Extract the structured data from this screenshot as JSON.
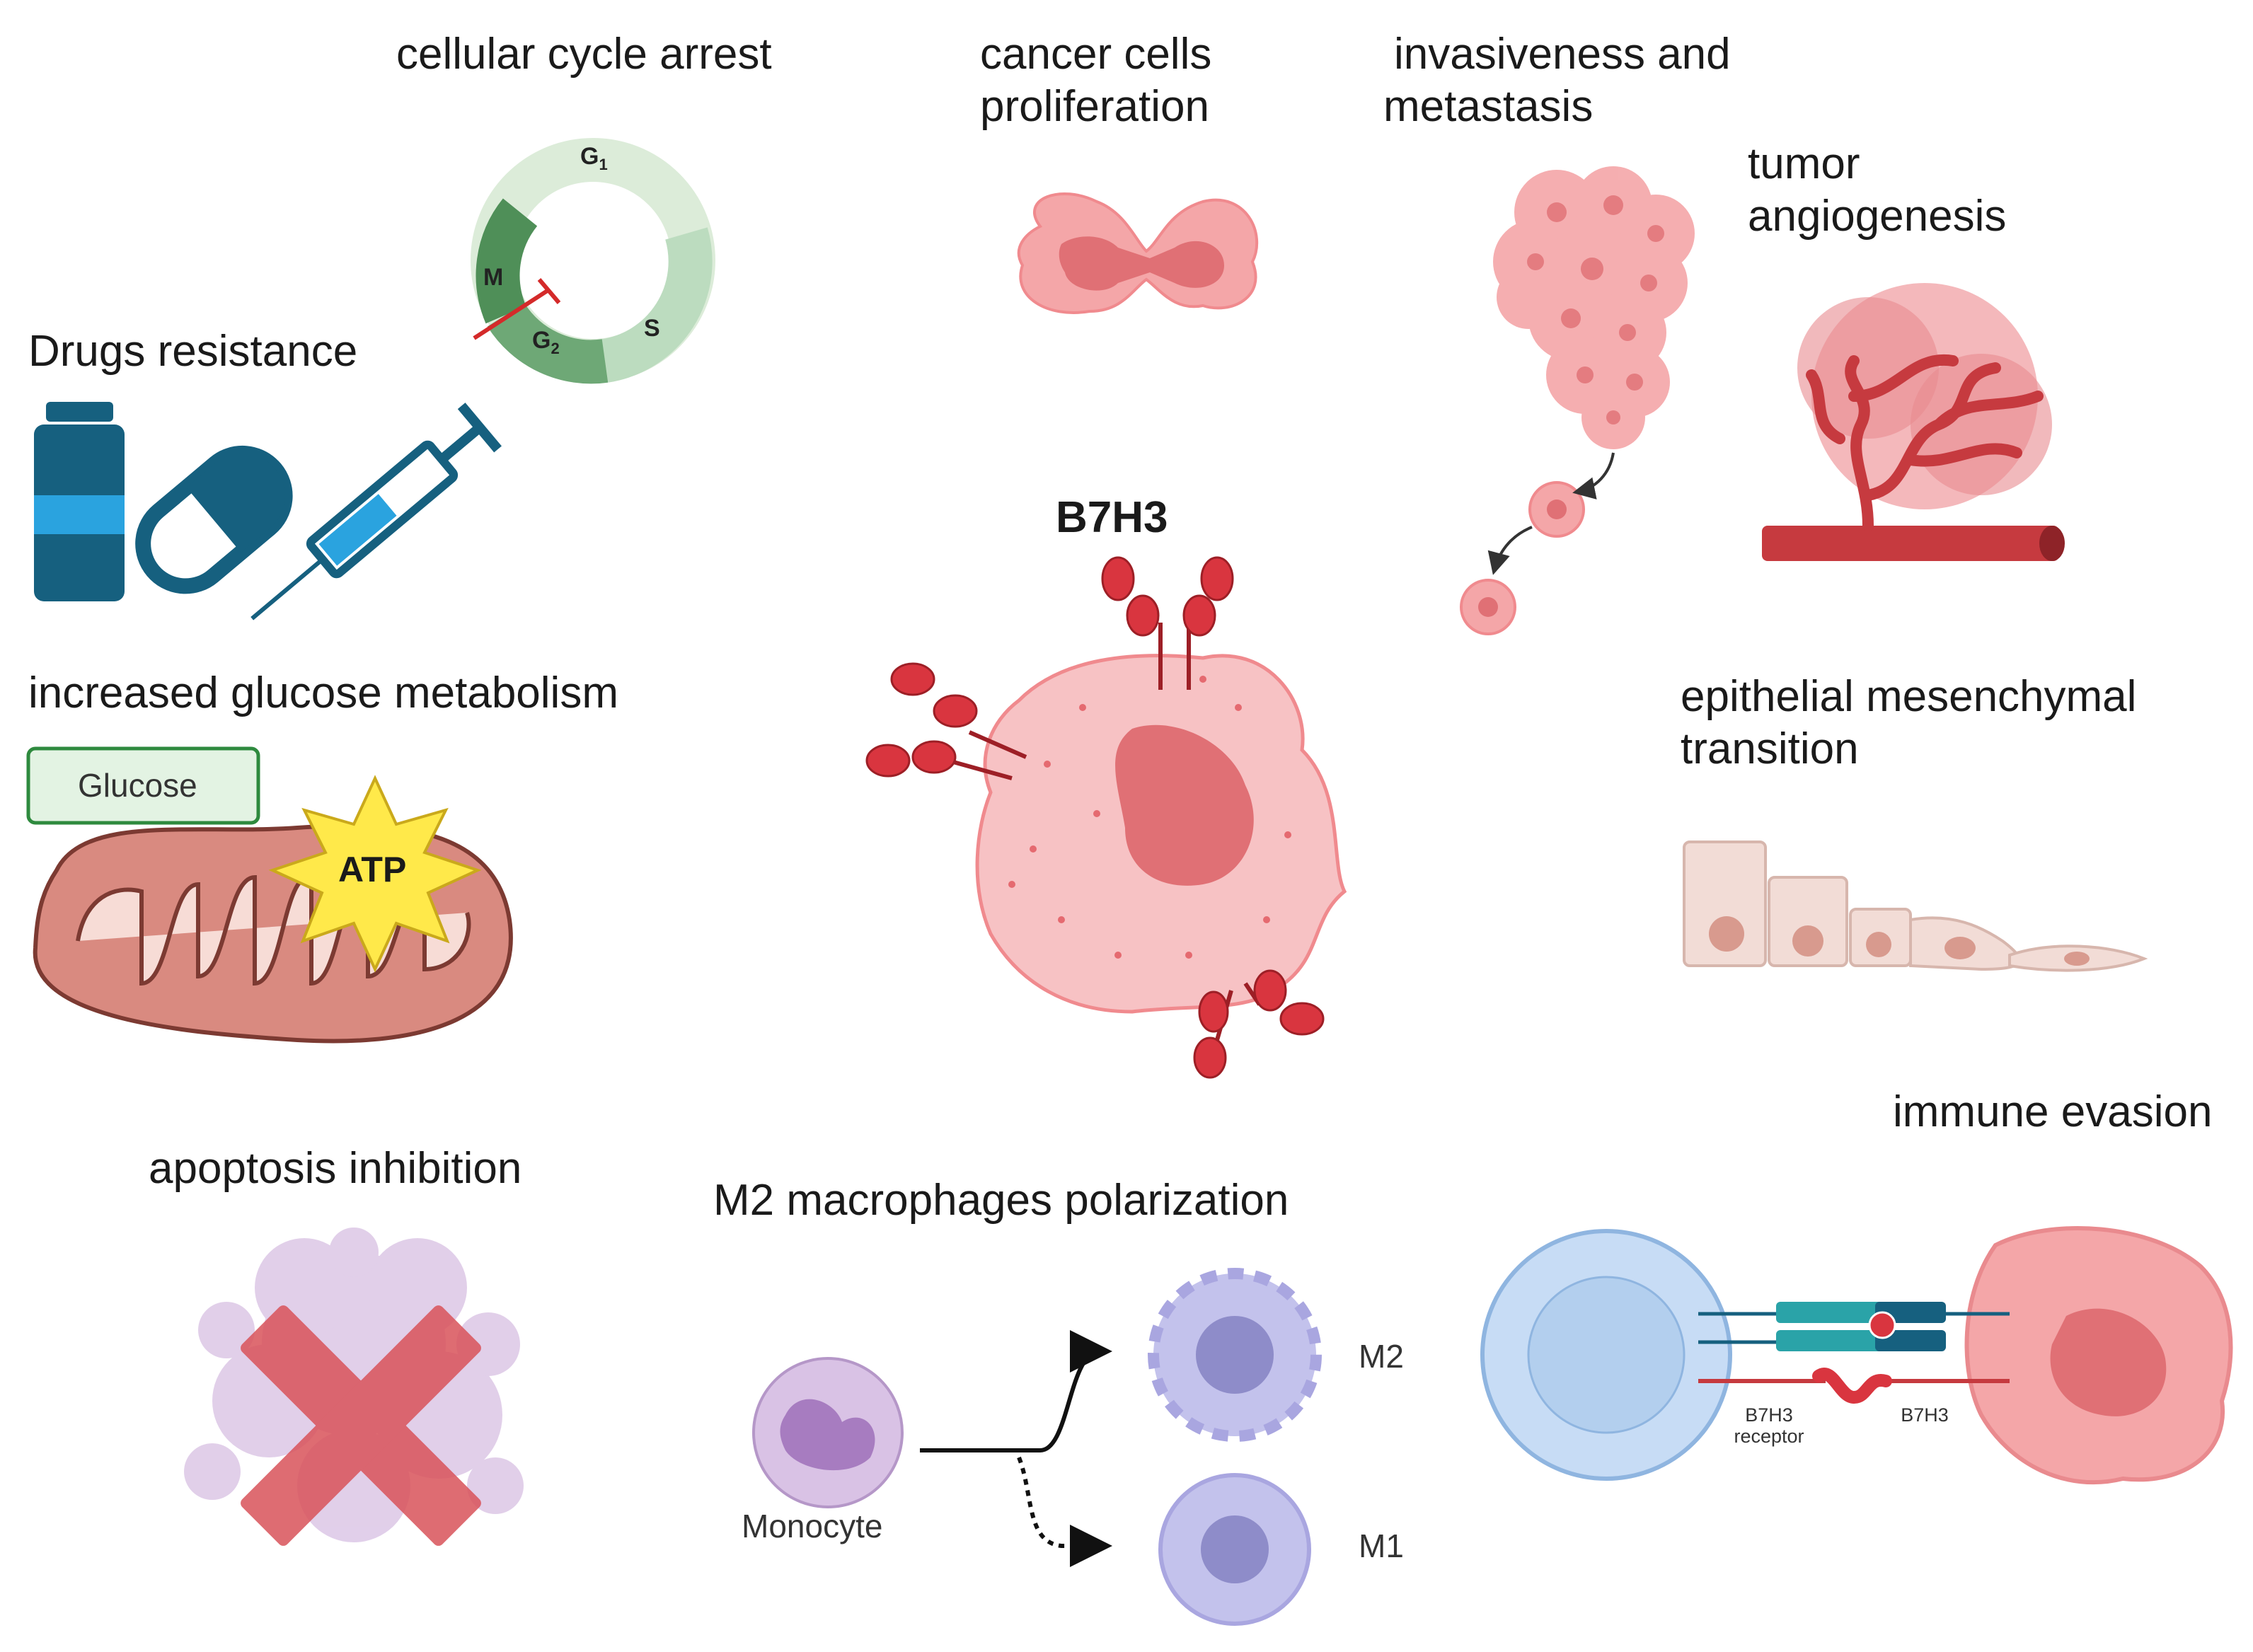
{
  "labels": {
    "cell_cycle": "cellular cycle arrest",
    "proliferation": [
      "cancer cells",
      "proliferation"
    ],
    "invasiveness": [
      "invasiveness and",
      "metastasis"
    ],
    "angiogenesis": [
      "tumor",
      "angiogenesis"
    ],
    "drug_resistance": "Drugs resistance",
    "glucose_metabolism": "increased glucose metabolism",
    "glucose_box": "Glucose",
    "atp": "ATP",
    "center": "B7H3",
    "emt": [
      "epithelial mesenchymal",
      "transition"
    ],
    "immune_evasion": "immune evasion",
    "apoptosis": "apoptosis inhibition",
    "m2_polarization": "M2 macrophages polarization",
    "monocyte": "Monocyte",
    "m2": "M2",
    "m1": "M1",
    "b7h3_receptor": [
      "B7H3",
      "receptor"
    ],
    "b7h3_ligand": "B7H3",
    "cycle_phases": {
      "g1": "G",
      "g1_sub": "1",
      "s": "S",
      "g2": "G",
      "g2_sub": "2",
      "m": "M"
    }
  },
  "colors": {
    "cell_pink": "#f4a6a8",
    "nucleus": "#e07075",
    "receptor_red": "#d9353f",
    "vessel_red": "#c63a3f",
    "drug_blue": "#16607f",
    "cycle_green": "#6ea876",
    "macrophage_purple": "#a9a6e0",
    "monocyte_purple": "#c9a8d8",
    "t_cell_blue": "#c7dcf5",
    "teal": "#2aa3a8",
    "mito_brown": "#d98a80",
    "atp_yellow": "#ffe94a",
    "glucose_green": "#2e8a3e"
  }
}
